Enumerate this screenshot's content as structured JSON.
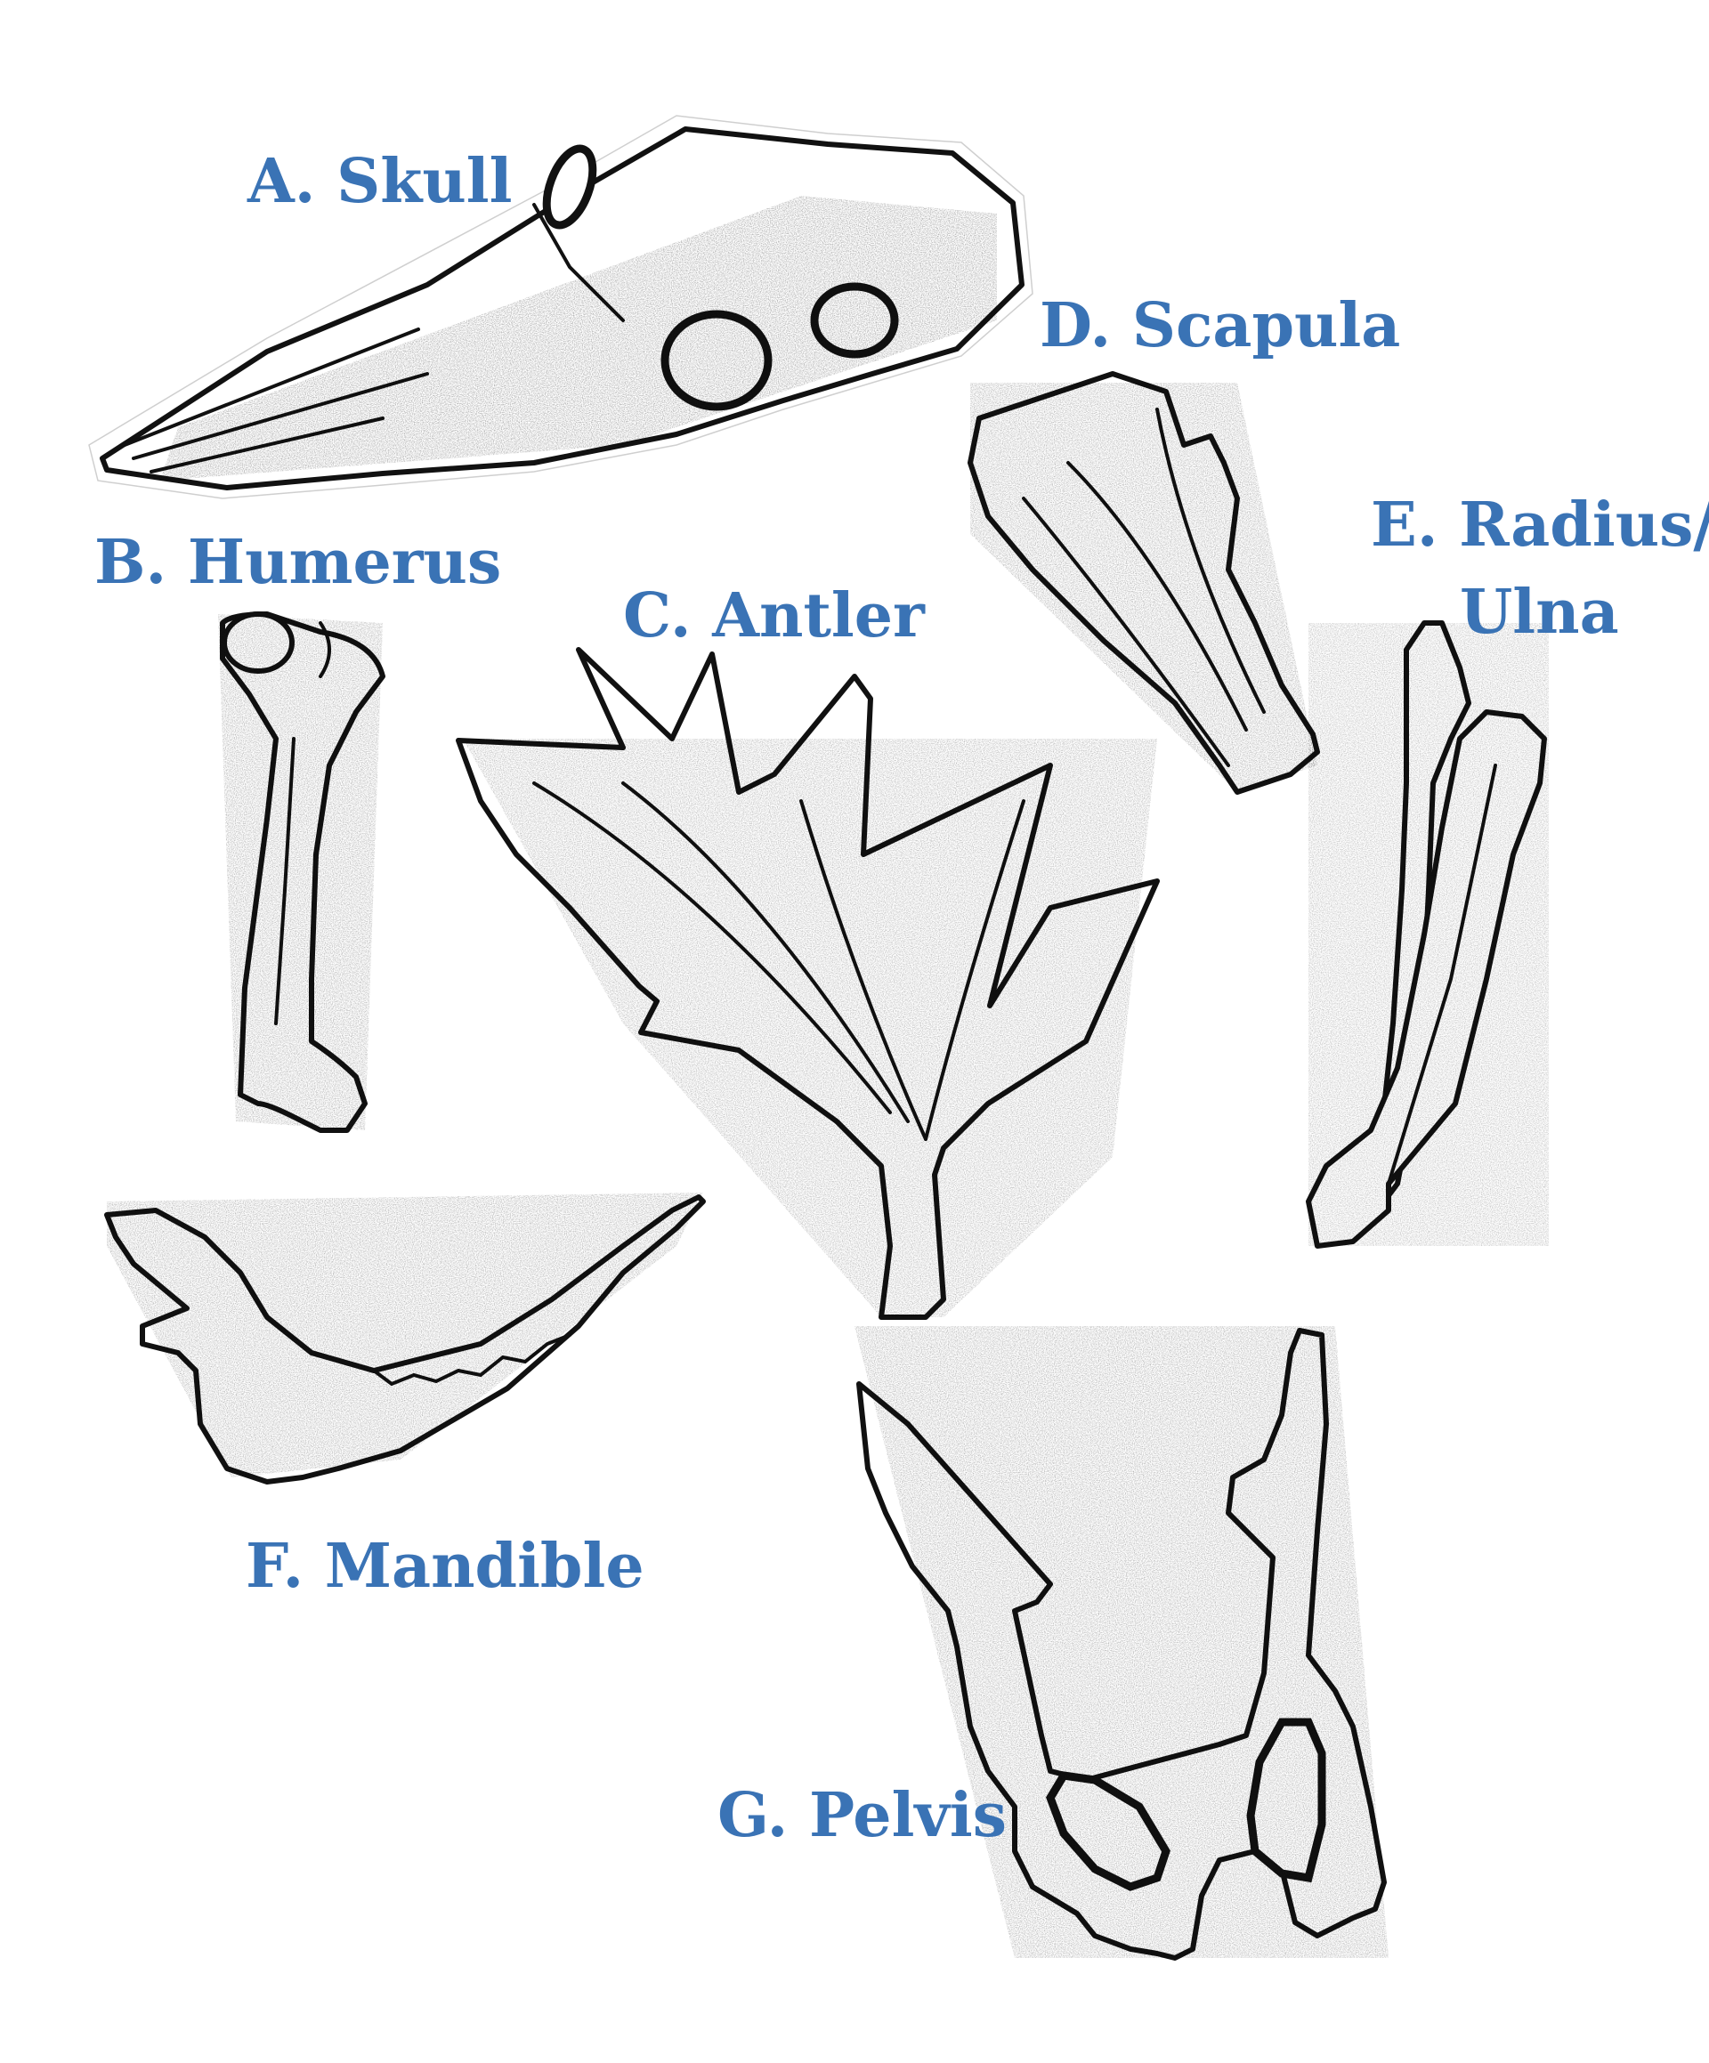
{
  "colors": {
    "label": "#3a73b5",
    "ink": "#111111",
    "background": "#ffffff"
  },
  "labels": {
    "skull": "A. Skull",
    "humerus": "B. Humerus",
    "antler": "C. Antler",
    "scapula": "D. Scapula",
    "radius_line1": "E. Radius/",
    "radius_line2": "Ulna",
    "mandible": "F. Mandible",
    "pelvis": "G. Pelvis"
  }
}
